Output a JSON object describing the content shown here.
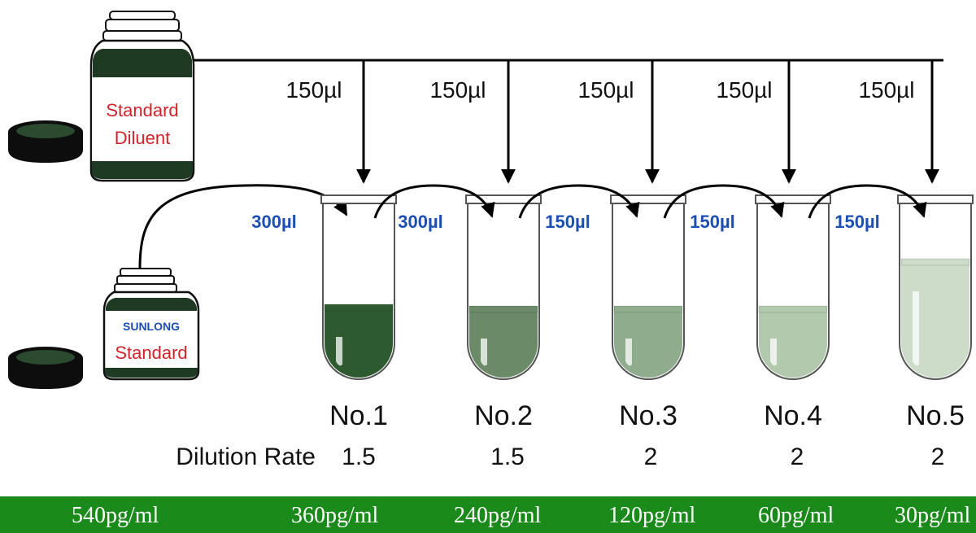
{
  "diluent_bottle": {
    "line1": "Standard",
    "line2": "Diluent"
  },
  "standard_bottle": {
    "brand": "SUNLONG",
    "label": "Standard"
  },
  "diluent_volumes": [
    "150µl",
    "150µl",
    "150µl",
    "150µl",
    "150µl"
  ],
  "transfer_volumes": [
    "300µl",
    "300µl",
    "150µl",
    "150µl",
    "150µl"
  ],
  "tubes": [
    {
      "name": "No.1",
      "dilution": "1.5",
      "liquid_color": "#2e5a30"
    },
    {
      "name": "No.2",
      "dilution": "1.5",
      "liquid_color": "#6a8a68"
    },
    {
      "name": "No.3",
      "dilution": "2",
      "liquid_color": "#8fad8d"
    },
    {
      "name": "No.4",
      "dilution": "2",
      "liquid_color": "#b2c9ae"
    },
    {
      "name": "No.5",
      "dilution": "2",
      "liquid_color": "#ccdcc9"
    }
  ],
  "dilution_rate_label": "Dilution Rate",
  "concentrations": [
    "540pg/ml",
    "360pg/ml",
    "240pg/ml",
    "120pg/ml",
    "60pg/ml",
    "30pg/ml"
  ],
  "colors": {
    "label_red": "#d2232a",
    "label_blue": "#1c4eb4",
    "bottle_dark": "#1e3a22",
    "concentration_bar": "#1a8a1a"
  }
}
